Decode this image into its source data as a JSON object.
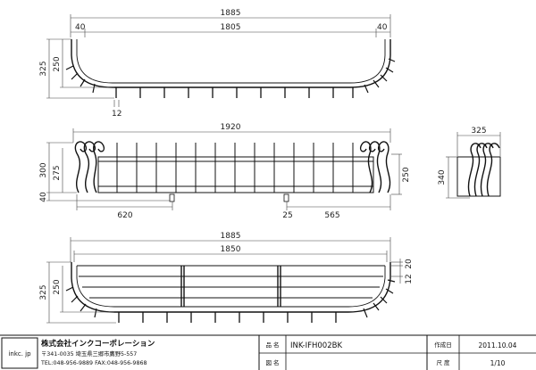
{
  "front_view": {
    "dims": {
      "overall": "1885",
      "inner": "1805",
      "end_left": "40",
      "end_right": "40",
      "height_outer": "325",
      "height_inner": "250",
      "bar_gap": "12"
    }
  },
  "side_view": {
    "dims": {
      "overall": "1920",
      "height_outer": "300",
      "height_inner": "275",
      "foot": "40",
      "right_height": "250",
      "left_span": "620",
      "bracket": "25",
      "mid_span": "565"
    }
  },
  "end_view": {
    "dims": {
      "width": "325",
      "height": "340"
    }
  },
  "top_view": {
    "dims": {
      "overall": "1885",
      "inner": "1850",
      "height_outer": "325",
      "height_inner": "250",
      "gap_top": "20",
      "gap_bottom": "12"
    }
  },
  "title_block": {
    "logo": "inkc. jp",
    "company": "株式会社インクコーポレーション",
    "address": "〒341-0035 埼玉県三郷市鷹野5-557",
    "contact": "TEL:048-956-9889  FAX:048-956-9868",
    "label_product": "品 名",
    "product": "INK-IFH002BK",
    "label_drawing": "図 名",
    "drawing": "",
    "label_date": "作成日",
    "date": "2011.10.04",
    "label_scale": "尺 度",
    "scale": "1/10"
  }
}
